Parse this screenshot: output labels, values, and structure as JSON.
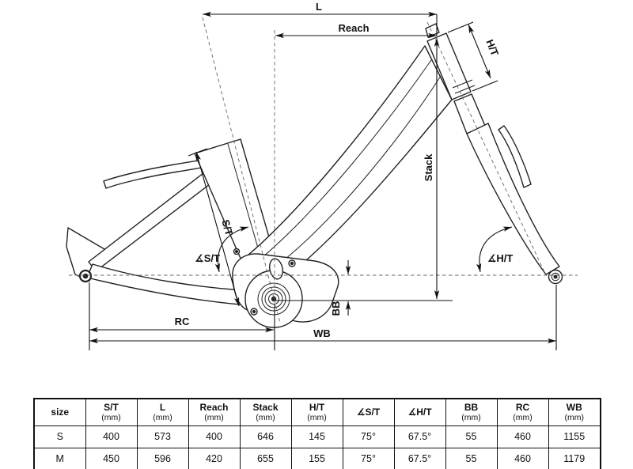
{
  "diagram": {
    "labels": {
      "top_length": "L",
      "reach": "Reach",
      "head_tube": "H/T",
      "stack": "Stack",
      "seat_tube": "S/T",
      "seat_tube_angle": "∡S/T",
      "head_tube_angle": "∡H/T",
      "bb_drop": "BB",
      "rear_center": "RC",
      "wheelbase": "WB"
    }
  },
  "table": {
    "headers": [
      {
        "label": "size",
        "unit": ""
      },
      {
        "label": "S/T",
        "unit": "(mm)"
      },
      {
        "label": "L",
        "unit": "(mm)"
      },
      {
        "label": "Reach",
        "unit": "(mm)"
      },
      {
        "label": "Stack",
        "unit": "(mm)"
      },
      {
        "label": "H/T",
        "unit": "(mm)"
      },
      {
        "label": "∡S/T",
        "unit": ""
      },
      {
        "label": "∡H/T",
        "unit": ""
      },
      {
        "label": "BB",
        "unit": "(mm)"
      },
      {
        "label": "RC",
        "unit": "(mm)"
      },
      {
        "label": "WB",
        "unit": "(mm)"
      }
    ],
    "rows": [
      {
        "cells": [
          "S",
          "400",
          "573",
          "400",
          "646",
          "145",
          "75°",
          "67.5°",
          "55",
          "460",
          "1155"
        ]
      },
      {
        "cells": [
          "M",
          "450",
          "596",
          "420",
          "655",
          "155",
          "75°",
          "67.5°",
          "55",
          "460",
          "1179"
        ]
      }
    ]
  },
  "colors": {
    "line": "#1a1a1a",
    "dashed": "#666666",
    "background": "#ffffff"
  }
}
